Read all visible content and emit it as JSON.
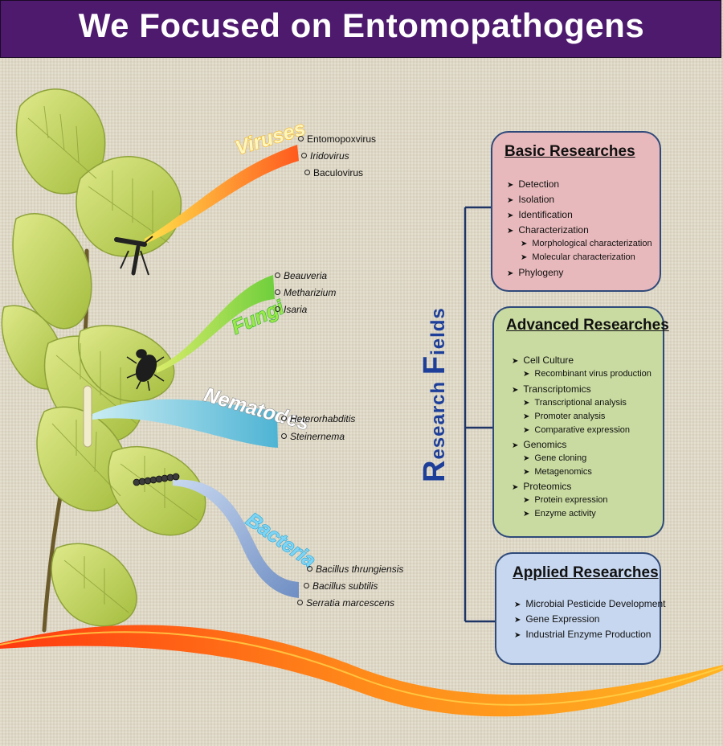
{
  "title": "We Focused on Entomopathogens",
  "colors": {
    "title_bg": "#4e1a6e",
    "basic_box": "#e8b9bc",
    "advanced_box": "#c9dba1",
    "applied_box": "#c7d7ef",
    "research_fields_text": "#1d3f9a"
  },
  "pathogens": [
    {
      "name": "Viruses",
      "color": "#f5b51b",
      "items": [
        {
          "label": "Entomopoxvirus",
          "italic": false
        },
        {
          "label": "Iridovirus",
          "italic": true
        },
        {
          "label": "Baculovirus",
          "italic": false
        }
      ]
    },
    {
      "name": "Fungi",
      "color": "#2fae2f",
      "items": [
        {
          "label": "Beauveria",
          "italic": true
        },
        {
          "label": "Metharizium",
          "italic": true
        },
        {
          "label": "Isaria",
          "italic": true
        }
      ]
    },
    {
      "name": "Nematodes",
      "color": "#8d8d8d",
      "items": [
        {
          "label": "Heterorhabditis",
          "italic": true
        },
        {
          "label": "Steinernema",
          "italic": true
        }
      ]
    },
    {
      "name": "Bacteria",
      "color": "#29a6d6",
      "items": [
        {
          "label": "Bacillus thrungiensis",
          "italic": true
        },
        {
          "label": "Bacillus subtilis",
          "italic": true
        },
        {
          "label": "Serratia marcescens",
          "italic": true
        }
      ]
    }
  ],
  "research_fields": {
    "initial1": "R",
    "rest1": "esearch ",
    "initial2": "F",
    "rest2": "ields"
  },
  "boxes": [
    {
      "title": "Basic Researches",
      "items": [
        {
          "label": "Detection",
          "level": 1
        },
        {
          "label": "Isolation",
          "level": 1
        },
        {
          "label": "Identification",
          "level": 1
        },
        {
          "label": "Characterization",
          "level": 1
        },
        {
          "label": "Morphological characterization",
          "level": 2
        },
        {
          "label": "Molecular characterization",
          "level": 2
        },
        {
          "label": "Phylogeny",
          "level": 1
        }
      ]
    },
    {
      "title": "Advanced Researches",
      "items": [
        {
          "label": "Cell Culture",
          "level": 1
        },
        {
          "label": "Recombinant virus production",
          "level": 2
        },
        {
          "label": "Transcriptomics",
          "level": 1
        },
        {
          "label": "Transcriptional analysis",
          "level": 2
        },
        {
          "label": "Promoter analysis",
          "level": 2
        },
        {
          "label": "Comparative expression",
          "level": 2
        },
        {
          "label": "Genomics",
          "level": 1
        },
        {
          "label": "Gene cloning",
          "level": 2
        },
        {
          "label": "Metagenomics",
          "level": 2
        },
        {
          "label": "Proteomics",
          "level": 1
        },
        {
          "label": "Protein expression",
          "level": 2
        },
        {
          "label": "Enzyme activity",
          "level": 2
        }
      ]
    },
    {
      "title": "Applied Researches",
      "items": [
        {
          "label": "Microbial Pesticide Development",
          "level": 1
        },
        {
          "label": "Gene Expression",
          "level": 1
        },
        {
          "label": "Industrial Enzyme  Production",
          "level": 1
        }
      ]
    }
  ],
  "icons": [
    "leaf-icon",
    "mosquito-icon",
    "beetle-icon",
    "caterpillar-icon",
    "larva-icon",
    "arrow-bullet-icon"
  ]
}
